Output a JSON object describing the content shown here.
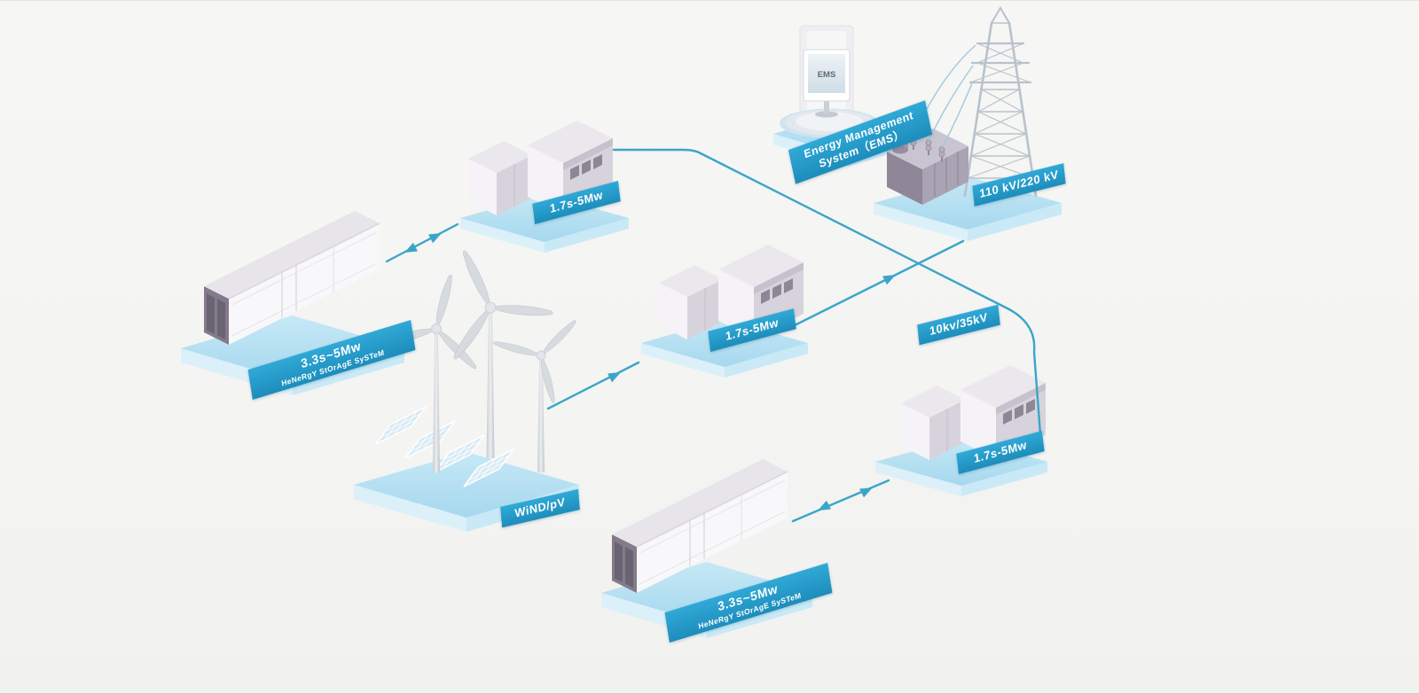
{
  "diagram_title": "Energy storage system isometric diagram",
  "colors": {
    "background": "#f4f4f2",
    "badge_blue": "#24a0d0",
    "line_teal": "#3aa5c8",
    "platform_blue": "#b4dff2"
  },
  "nodes": {
    "pcs_top": {
      "label": "1.7s-5Mw"
    },
    "pcs_mid": {
      "label": "1.7s-5Mw"
    },
    "pcs_right": {
      "label": "1.7s-5Mw"
    },
    "storage_left": {
      "power": "3.3s~5Mw",
      "name": "HeNeRgY StOrAgE SySTeM"
    },
    "storage_bottom": {
      "power": "3.3s~5Mw",
      "name": "HeNeRgY StOrAgE SySTeM"
    },
    "windpv": {
      "label": "WiND/pV"
    },
    "ems": {
      "line1": "Energy Management",
      "line2": "System（EMS）",
      "screen_text": "EMS"
    },
    "grid": {
      "label": "110 kV/220 kV"
    },
    "mv_link": {
      "label": "10kv/35kV"
    }
  }
}
